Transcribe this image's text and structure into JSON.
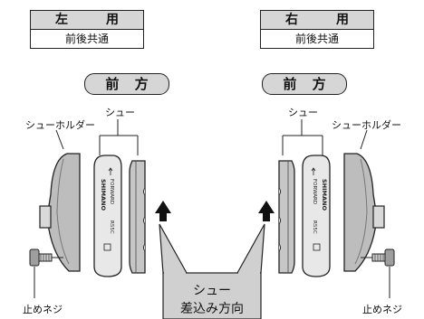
{
  "left_header": {
    "title": "左　用",
    "subtitle": "前後共通"
  },
  "right_header": {
    "title": "右　用",
    "subtitle": "前後共通"
  },
  "front_label_left": "前 方",
  "front_label_right": "前 方",
  "labels": {
    "shoe_left": "シュー",
    "shoe_right": "シュー",
    "holder_left": "シューホルダー",
    "holder_right": "シューホルダー",
    "screw_left": "止めネジ",
    "screw_right": "止めネジ"
  },
  "callout": {
    "line1": "シュー",
    "line2": "差込み方向"
  },
  "shoe_print": {
    "brand": "SHIMANO",
    "direction": "FORWARD",
    "model": "R55C"
  }
}
